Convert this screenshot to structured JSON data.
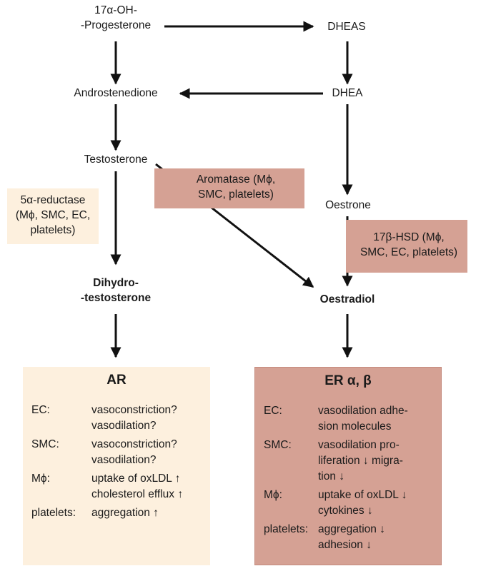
{
  "nodes": {
    "ohp": [
      "17α-OH-",
      "-Progesterone"
    ],
    "dheas": [
      "DHEAS"
    ],
    "androstenedione": [
      "Androstenedione"
    ],
    "dhea": [
      "DHEA"
    ],
    "testosterone": [
      "Testosterone"
    ],
    "oestrone": [
      "Oestrone"
    ],
    "dht": [
      "Dihydro-",
      "-testosterone"
    ],
    "oestradiol": [
      "Oestradiol"
    ]
  },
  "enzymes": {
    "reductase": [
      "5α-reductase",
      "(Mϕ, SMC, EC,",
      "platelets)"
    ],
    "aromatase": [
      "Aromatase (Mϕ,",
      "SMC, platelets)"
    ],
    "hsd": [
      "17β-HSD (Mϕ,",
      "SMC, EC, platelets)"
    ]
  },
  "ar_box": {
    "title": "AR",
    "rows": [
      {
        "label": "EC:",
        "lines": [
          "vasoconstriction?",
          "vasodilation?"
        ]
      },
      {
        "label": "SMC:",
        "lines": [
          "vasoconstriction?",
          "vasodilation?"
        ]
      },
      {
        "label": "Mϕ:",
        "lines": [
          "uptake of oxLDL ↑",
          "cholesterol efflux ↑"
        ]
      },
      {
        "label": "platelets:",
        "lines": [
          "aggregation ↑"
        ]
      }
    ]
  },
  "er_box": {
    "title": "ER α, β",
    "rows": [
      {
        "label": "EC:",
        "lines": [
          "vasodilation adhe-",
          "sion molecules"
        ]
      },
      {
        "label": "SMC:",
        "lines": [
          "vasodilation pro-",
          "liferation ↓ migra-",
          "tion ↓"
        ]
      },
      {
        "label": "Mϕ:",
        "lines": [
          "uptake of oxLDL ↓",
          "cytokines ↓"
        ]
      },
      {
        "label": "platelets:",
        "lines": [
          "aggregation ↓",
          "adhesion ↓"
        ]
      }
    ]
  },
  "colors": {
    "light_box": "#fdf0de",
    "dark_box": "#d5a194",
    "arrow": "#111111"
  }
}
